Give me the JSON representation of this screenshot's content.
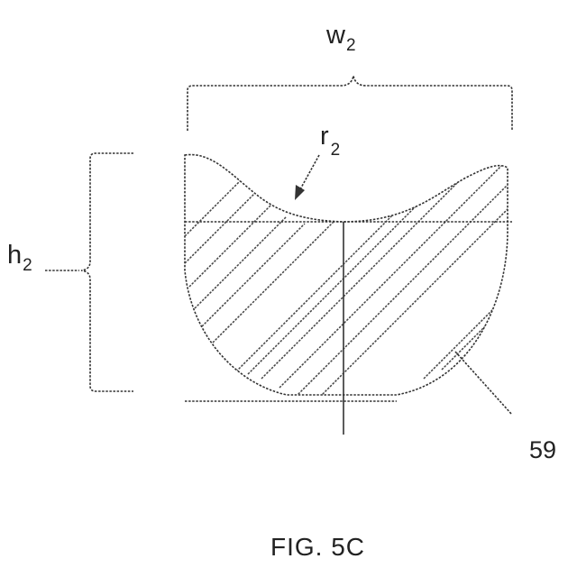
{
  "figure": {
    "caption": "FIG. 5C",
    "reference_numeral": "59"
  },
  "dimensions": {
    "width": {
      "symbol": "w",
      "subscript": "2"
    },
    "height": {
      "symbol": "h",
      "subscript": "2"
    },
    "radius": {
      "symbol": "r",
      "subscript": "2"
    }
  }
}
